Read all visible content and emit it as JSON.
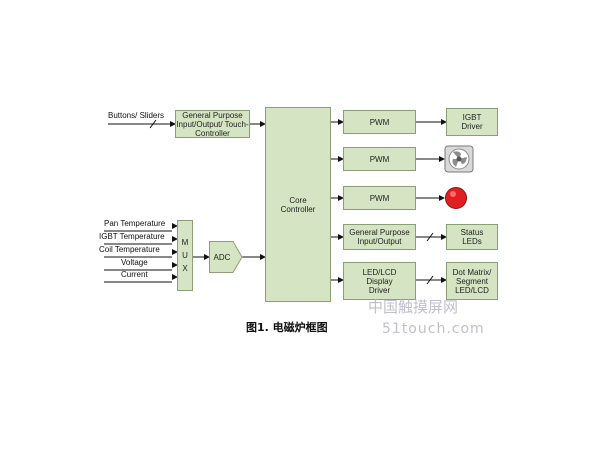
{
  "blocks": {
    "gpio_touch": "General Purpose Input/Output/ Touch-Controller",
    "core": "Core Controller",
    "mux": [
      "M",
      "U",
      "X"
    ],
    "adc": "ADC",
    "pwm1": "PWM",
    "pwm2": "PWM",
    "pwm3": "PWM",
    "gpio_status": "General Purpose Input/Output",
    "led_lcd": "LED/LCD Display Driver",
    "igbt_driver": "IGBT Driver",
    "status_leds": "Status LEDs",
    "dot_matrix": "Dot Matrix/ Segment LED/LCD"
  },
  "inputs": {
    "buttons_sliders": "Buttons/ Sliders",
    "pan_temperature": "Pan Temperature",
    "igbt_temperature": "IGBT Temperature",
    "coil_temperature": "Coil Temperature",
    "voltage": "Voltage",
    "current": "Current"
  },
  "caption": "图1. 电磁炉框图",
  "watermark": {
    "line1": "中国触摸屏网",
    "line2": "51touch.com"
  },
  "colors": {
    "block_fill": "#d5e4c3",
    "block_border": "#8a9f78",
    "fan_icon": "#8c8c8c",
    "red_light": "#e02020"
  }
}
